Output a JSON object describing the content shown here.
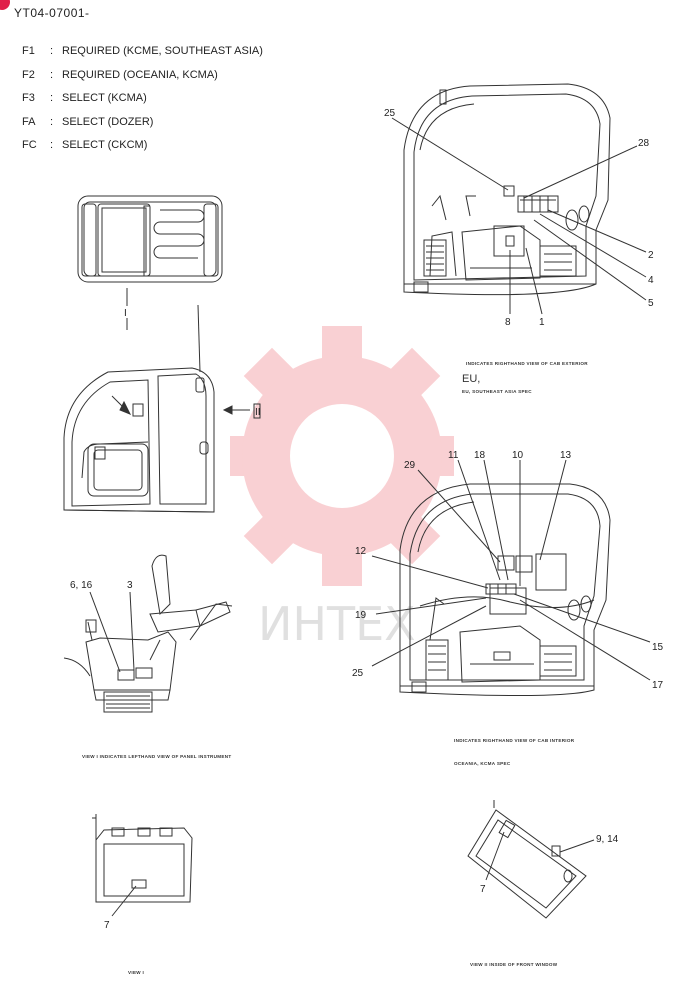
{
  "document": {
    "code": "YT04-07001-"
  },
  "legend": [
    {
      "code": "F1",
      "text": "REQUIRED (KCME, SOUTHEAST ASIA)"
    },
    {
      "code": "F2",
      "text": "REQUIRED (OCEANIA, KCMA)"
    },
    {
      "code": "F3",
      "text": "SELECT (KCMA)"
    },
    {
      "code": "FA",
      "text": "SELECT (DOZER)"
    },
    {
      "code": "FC",
      "text": "SELECT (CKCM)"
    }
  ],
  "legend_separator": ":",
  "diagrams": {
    "cab_top_right": {
      "callouts": [
        "25",
        "28",
        "2",
        "4",
        "5",
        "8",
        "1"
      ],
      "caption": "INDICATES RIGHTHAND VIEW OF CAB EXTERIOR",
      "spec_label": "EU,",
      "spec_caption": "EU, SOUTHEAST ASIA SPEC"
    },
    "cab_bottom_right": {
      "callouts": [
        "29",
        "11",
        "18",
        "10",
        "13",
        "12",
        "19",
        "15",
        "25",
        "17"
      ],
      "caption": "INDICATES RIGHTHAND VIEW OF CAB INTERIOR",
      "spec_caption": "OCEANIA, KCMA SPEC"
    },
    "view_arrows": {
      "arrow_top": "I",
      "arrow_side": "II"
    },
    "seat_view": {
      "callouts": [
        "6, 16",
        "3"
      ],
      "caption": "VIEW I  INDICATES LEFTHAND VIEW OF PANEL INSTRUMENT"
    },
    "window_view": {
      "callouts": [
        "7"
      ],
      "caption": "VIEW I"
    },
    "front_window_view": {
      "callouts": [
        "9, 14",
        "7"
      ],
      "caption": "VIEW II  INSIDE OF FRONT WINDOW"
    }
  },
  "watermark": {
    "text": "ИНТЕХ",
    "color": "#e8303a"
  }
}
